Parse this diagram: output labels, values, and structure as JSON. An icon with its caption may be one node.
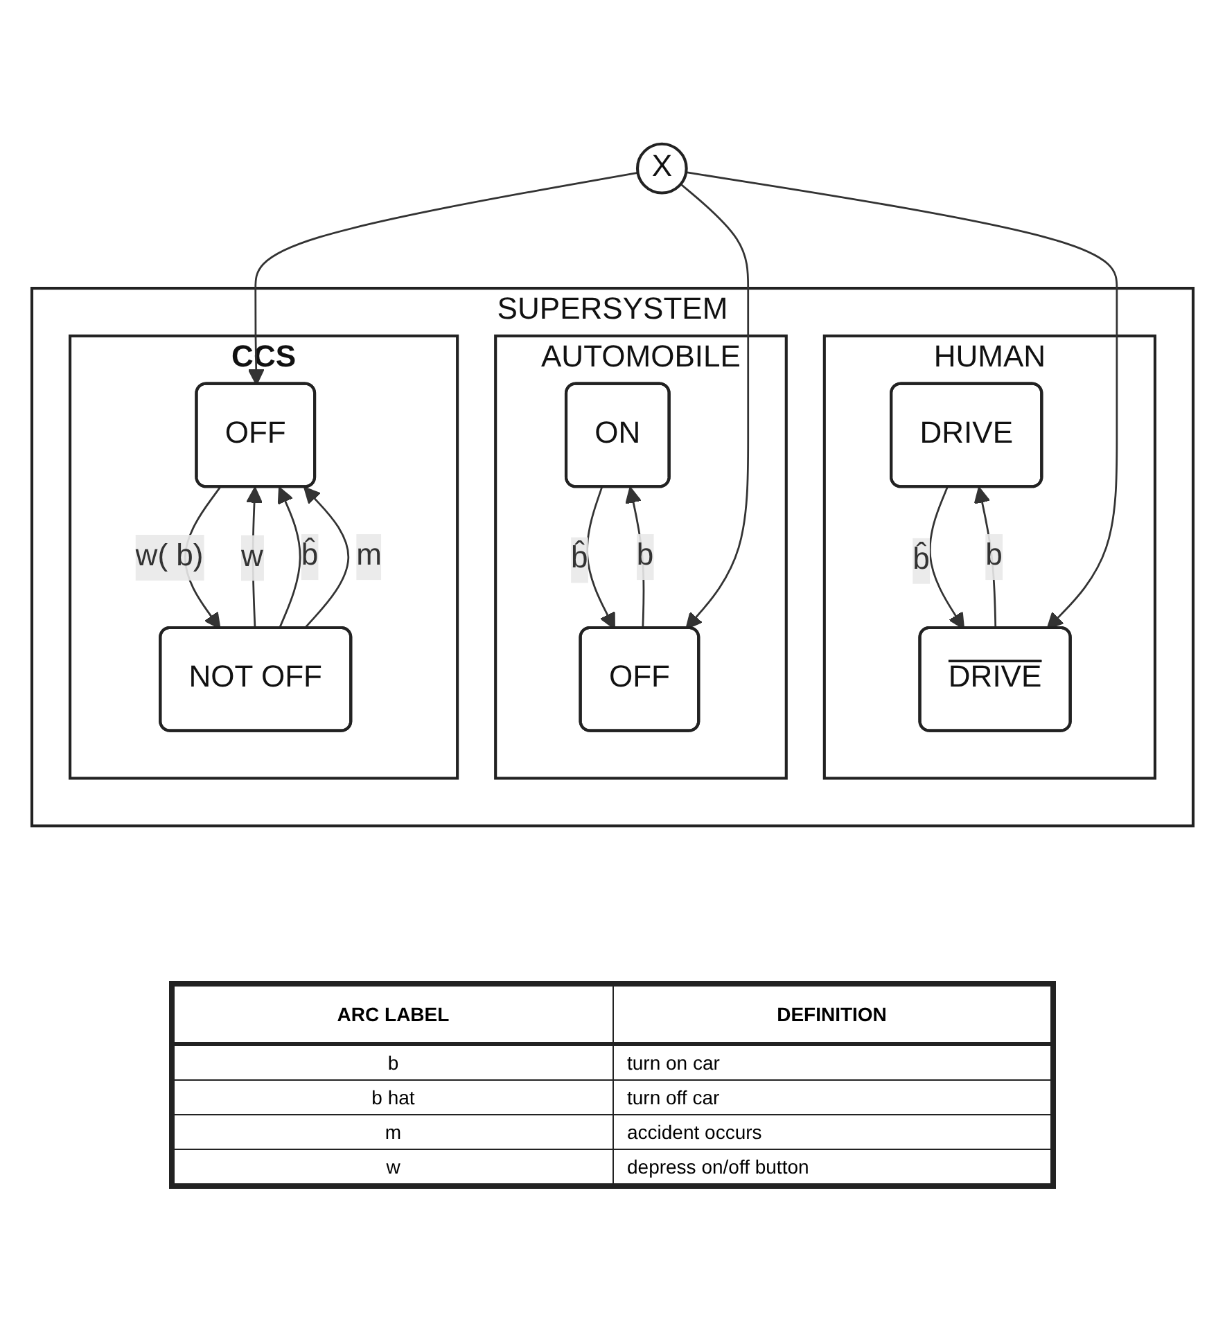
{
  "diagram": {
    "nodes": [
      {
        "text": [
          "SUPERSYSTEM"
        ]
      },
      {
        "text": [
          "CCS"
        ],
        "in": 0
      },
      {
        "text": [
          "OFF"
        ],
        "in": 1
      },
      {
        "text": [
          "NOT OFF"
        ],
        "in": 1
      },
      {
        "text": [
          "HUMAN"
        ],
        "in": 0
      },
      {
        "text": [
          "DRIVE"
        ],
        "in": 4
      },
      {
        "text": [
          "DRIVE"
        ],
        "in": 4
      },
      {
        "text": [
          "AUTOMOBILE"
        ],
        "in": 0
      },
      {
        "text": [
          "ON"
        ],
        "in": 7
      },
      {
        "text": [
          "OFF"
        ],
        "in": 7
      },
      {
        "text": [
          "X"
        ]
      }
    ],
    "edges": [
      {
        "from": 3,
        "to": 2,
        "arrow": "to",
        "label": "w"
      },
      {
        "from": 3,
        "to": 2,
        "arrow": "to",
        "label": "b̂"
      },
      {
        "from": 3,
        "to": 2,
        "arrow": "to",
        "label": "m"
      },
      {
        "from": 2,
        "to": 3,
        "arrow": "to",
        "label": "w( b)"
      },
      {
        "from": 5,
        "to": 6,
        "arrow": "to",
        "label": "b̂"
      },
      {
        "from": 6,
        "to": 5,
        "arrow": "to",
        "label": "b"
      },
      {
        "from": 9,
        "to": 8,
        "arrow": "to",
        "label": "b"
      },
      {
        "from": 8,
        "to": 9,
        "arrow": "to",
        "label": "b̂"
      },
      {
        "from": 10,
        "to": 2,
        "arrow": "to"
      },
      {
        "from": 10,
        "to": 9,
        "arrow": "to"
      },
      {
        "from": 10,
        "to": 6,
        "arrow": "to"
      }
    ],
    "labels": [
      "ARC LABEL",
      "DEFINITION",
      "b",
      "turn on car",
      "b hat",
      "turn off car",
      "m",
      "accident occurs",
      "w",
      "depress on/off button"
    ]
  }
}
